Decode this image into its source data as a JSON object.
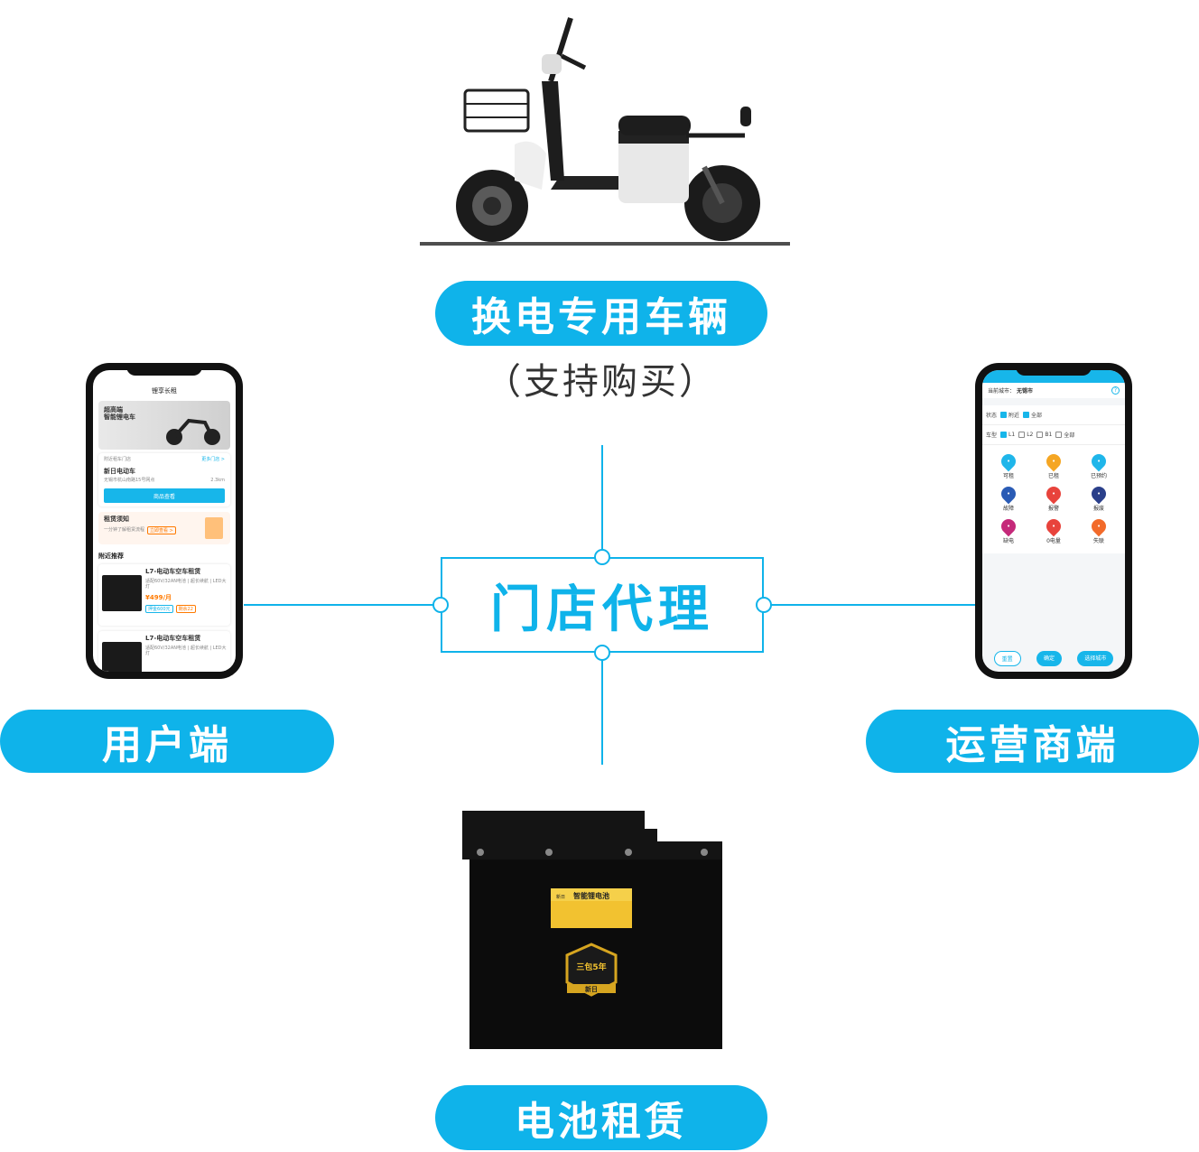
{
  "center": {
    "title": "门店代理"
  },
  "nodes": {
    "vehicle": {
      "label": "换电专用车辆",
      "sub": "（支持购买）"
    },
    "user": {
      "label": "用户端"
    },
    "operator": {
      "label": "运营商端"
    },
    "battery": {
      "label": "电池租赁"
    }
  },
  "user_phone": {
    "app_title": "锂享长租",
    "banner_title_1": "超高端",
    "banner_title_2": "智能锂电车",
    "nearby_label": "附近租车门店",
    "more_link": "更多门店 >",
    "store_name": "新日电动车",
    "store_address": "无锡市杭山南路15号网点",
    "store_distance": "2.3km",
    "goods_button": "商品查看",
    "notice_title": "租赁须知",
    "notice_desc": "一分钟了解租赁流程",
    "notice_link": "立即查看 >",
    "section_title": "附近推荐",
    "products": [
      {
        "name": "L7-电动车空车租赁",
        "desc": "适配60V/32AN电池 | 超长续航 | LED大灯",
        "price": "¥499/月",
        "tag1": "押金600元",
        "tag2": "剩余22"
      },
      {
        "name": "L7-电动车空车租赁",
        "desc": "适配60V/32AN电池 | 超长续航 | LED大灯"
      }
    ]
  },
  "operator_phone": {
    "city_label": "当前城市：",
    "city_value": "无锡市",
    "status_label": "状态",
    "status_opts": [
      "附近",
      "全部"
    ],
    "type_label": "车型",
    "type_opts": [
      "L1",
      "L2",
      "B1",
      "全部"
    ],
    "icons": [
      {
        "label": "可租",
        "color": "#1fb6ea",
        "icon": "bike-icon"
      },
      {
        "label": "已租",
        "color": "#f5a623",
        "icon": "target-icon"
      },
      {
        "label": "已预约",
        "color": "#1fb6ea",
        "icon": "check-icon"
      },
      {
        "label": "故障",
        "color": "#2a5bb5",
        "icon": "warning-icon"
      },
      {
        "label": "报警",
        "color": "#e8433c",
        "icon": "alarm-icon"
      },
      {
        "label": "报废",
        "color": "#2a3f8a",
        "icon": "close-icon"
      },
      {
        "label": "缺电",
        "color": "#c5297a",
        "icon": "battery-icon"
      },
      {
        "label": "0电量",
        "color": "#e8433c",
        "icon": "empty-battery-icon"
      },
      {
        "label": "失联",
        "color": "#f26a2a",
        "icon": "signal-icon"
      }
    ],
    "btn_reset": "重置",
    "btn_ok": "确定",
    "btn_city": "选择城市"
  },
  "battery_label": {
    "brand": "新日",
    "title": "智能锂电池",
    "badge_line1": "三包5年",
    "badge_line2": "新日"
  },
  "colors": {
    "accent": "#0fb3ea"
  }
}
